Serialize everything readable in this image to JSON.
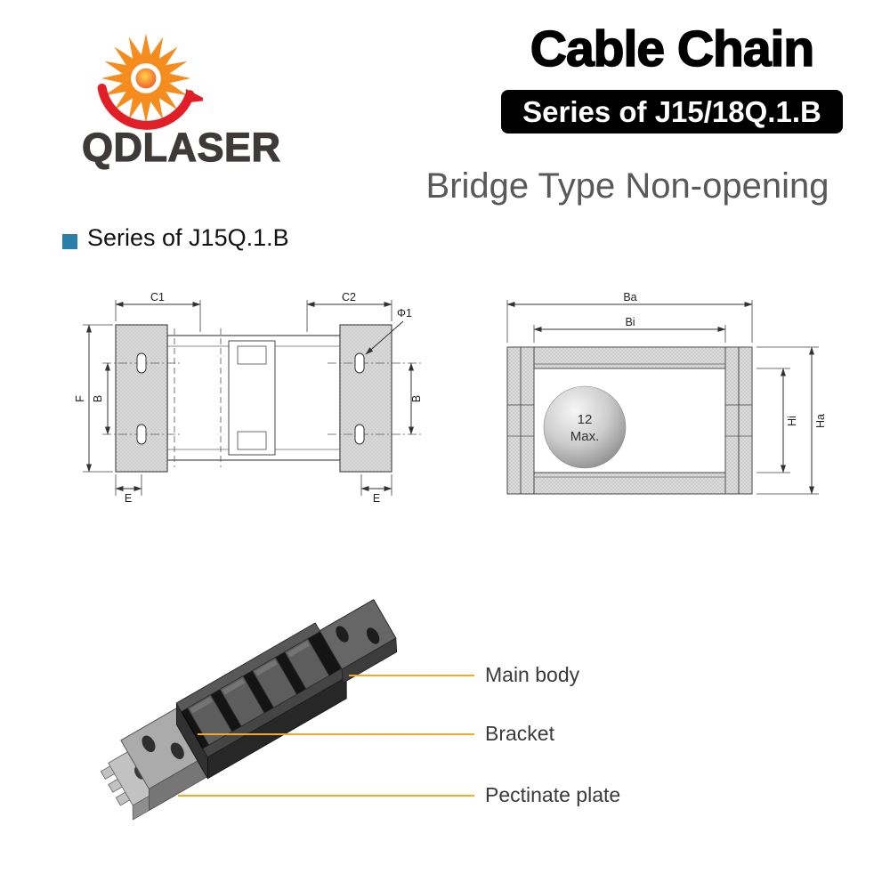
{
  "brand": {
    "name": "QDLASER"
  },
  "header": {
    "title": "Cable Chain",
    "series_badge": "Series of J15/18Q.1.B",
    "subtitle": "Bridge Type Non-opening"
  },
  "section": {
    "heading": "Series of J15Q.1.B"
  },
  "topview": {
    "c1": "C1",
    "c2": "C2",
    "phi1": "Φ1",
    "f": "F",
    "b_left": "B",
    "b_right": "B",
    "e_left": "E",
    "e_right": "E"
  },
  "sideview": {
    "ba": "Ba",
    "bi": "Bi",
    "hi": "Hi",
    "ha": "Ha",
    "sphere_line1": "12",
    "sphere_line2": "Max."
  },
  "callouts": [
    {
      "label": "Main body"
    },
    {
      "label": "Bracket"
    },
    {
      "label": "Pectinate plate"
    }
  ],
  "colors": {
    "accent_orange": "#F7A823",
    "brand_red": "#E21E26",
    "badge_bg": "#000000",
    "subtitle_gray": "#5A5858",
    "bullet_blue": "#2C7FA8"
  }
}
